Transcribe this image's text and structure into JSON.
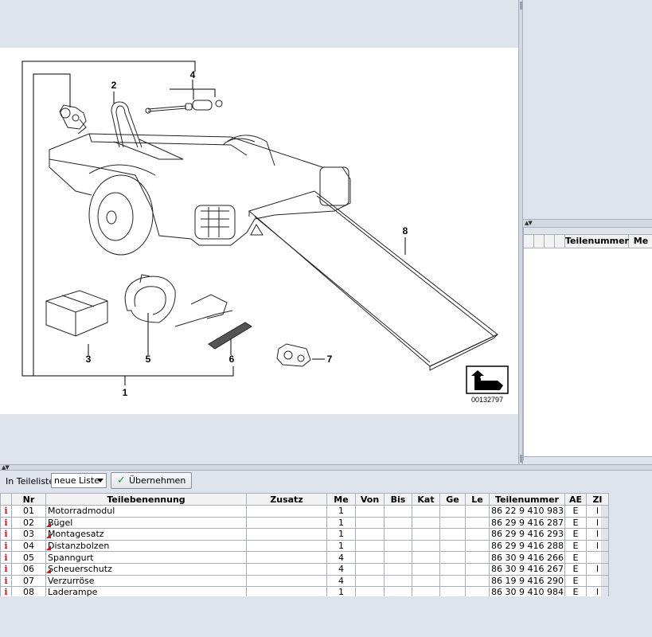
{
  "diagram": {
    "callouts": [
      "1",
      "2",
      "3",
      "4",
      "5",
      "6",
      "7",
      "8"
    ],
    "image_number": "00132797"
  },
  "right_panel": {
    "columns": [
      "",
      "",
      "Teilenummer",
      "Me"
    ]
  },
  "toolbar": {
    "label": "In Teileliste",
    "select_value": "neue Liste",
    "apply_button": "Übernehmen"
  },
  "table": {
    "headers": [
      "",
      "Nr",
      "Teilebenennung",
      "Zusatz",
      "Me",
      "Von",
      "Bis",
      "Kat",
      "Ge",
      "Le",
      "Teilenummer",
      "AE",
      "ZI"
    ],
    "rows": [
      {
        "info": "i",
        "nr": "01",
        "name": "Motorradmodul",
        "marker": false,
        "zusatz": "",
        "me": "1",
        "von": "",
        "bis": "",
        "kat": "",
        "ge": "",
        "le": "",
        "teilenummer": "86 22 9 410 983",
        "ae": "E",
        "zi": "I"
      },
      {
        "info": "i",
        "nr": "02",
        "name": "Bügel",
        "marker": true,
        "zusatz": "",
        "me": "1",
        "von": "",
        "bis": "",
        "kat": "",
        "ge": "",
        "le": "",
        "teilenummer": "86 29 9 416 287",
        "ae": "E",
        "zi": "I"
      },
      {
        "info": "i",
        "nr": "03",
        "name": "Montagesatz",
        "marker": true,
        "zusatz": "",
        "me": "1",
        "von": "",
        "bis": "",
        "kat": "",
        "ge": "",
        "le": "",
        "teilenummer": "86 29 9 416 293",
        "ae": "E",
        "zi": "I"
      },
      {
        "info": "i",
        "nr": "04",
        "name": "Distanzbolzen",
        "marker": true,
        "zusatz": "",
        "me": "1",
        "von": "",
        "bis": "",
        "kat": "",
        "ge": "",
        "le": "",
        "teilenummer": "86 29 9 416 288",
        "ae": "E",
        "zi": "I"
      },
      {
        "info": "i",
        "nr": "05",
        "name": "Spanngurt",
        "marker": false,
        "zusatz": "",
        "me": "4",
        "von": "",
        "bis": "",
        "kat": "",
        "ge": "",
        "le": "",
        "teilenummer": "86 30 9 416 266",
        "ae": "E",
        "zi": ""
      },
      {
        "info": "i",
        "nr": "06",
        "name": "Scheuerschutz",
        "marker": true,
        "zusatz": "",
        "me": "4",
        "von": "",
        "bis": "",
        "kat": "",
        "ge": "",
        "le": "",
        "teilenummer": "86 30 9 416 267",
        "ae": "E",
        "zi": "I"
      },
      {
        "info": "i",
        "nr": "07",
        "name": "Verzurröse",
        "marker": false,
        "zusatz": "",
        "me": "4",
        "von": "",
        "bis": "",
        "kat": "",
        "ge": "",
        "le": "",
        "teilenummer": "86 19 9 416 290",
        "ae": "E",
        "zi": ""
      },
      {
        "info": "i",
        "nr": "08",
        "name": "Laderampe",
        "marker": false,
        "zusatz": "",
        "me": "1",
        "von": "",
        "bis": "",
        "kat": "",
        "ge": "",
        "le": "",
        "teilenummer": "86 30 9 410 984",
        "ae": "E",
        "zi": "I"
      }
    ]
  },
  "colors": {
    "info_red": "#c8141e",
    "check_green": "#2a9a2a",
    "panel_bg": "#dfe3ec"
  }
}
